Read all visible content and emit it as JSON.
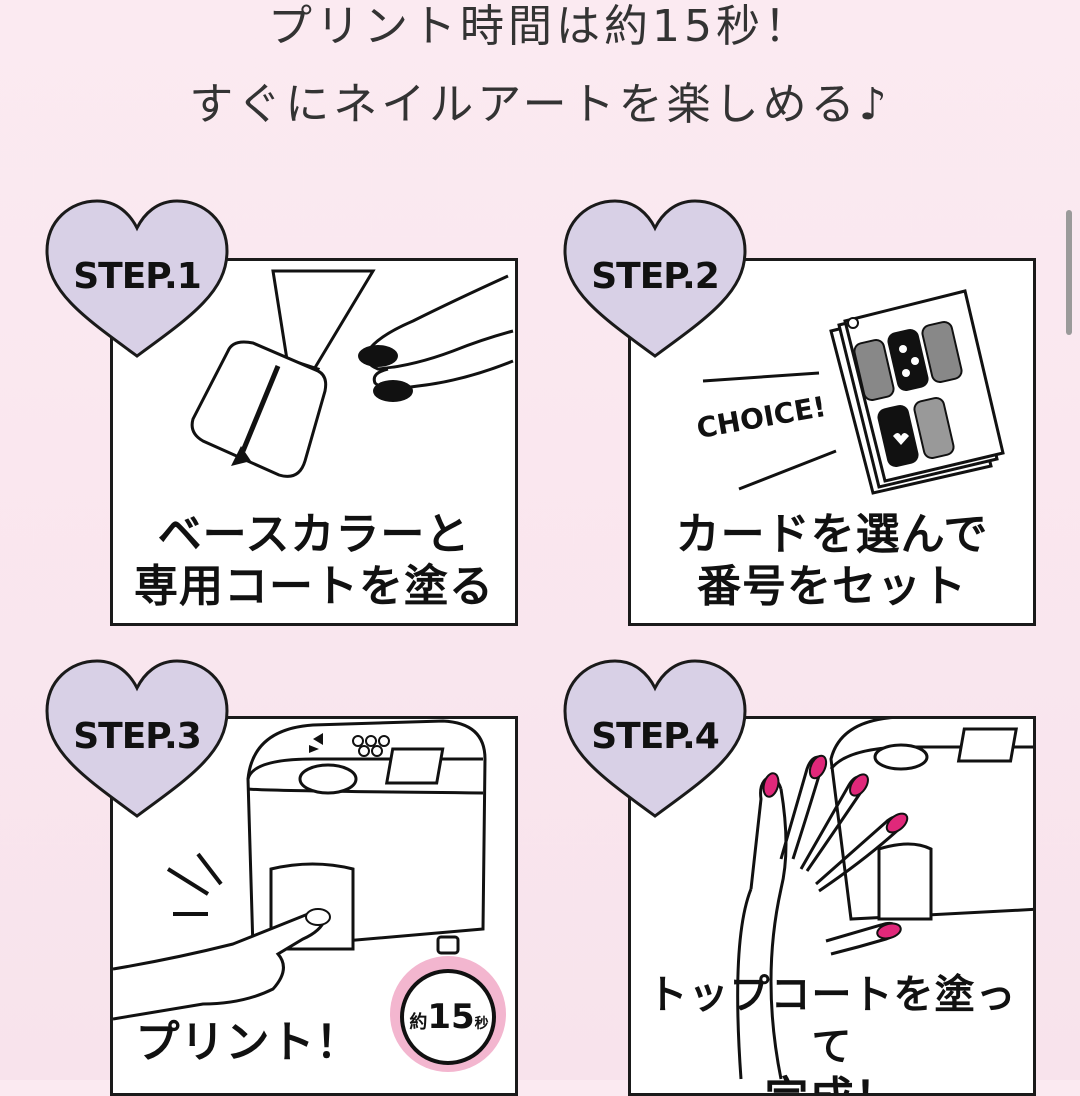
{
  "header": {
    "line1": "プリント時間は約15秒！",
    "line2": "すぐにネイルアートを楽しめる♪"
  },
  "steps": [
    {
      "label": "STEP.1",
      "caption_lines": [
        "ベースカラーと",
        "専用コートを塗る"
      ]
    },
    {
      "label": "STEP.2",
      "caption_lines": [
        "カードを選んで",
        "番号をセット"
      ],
      "badge": "CHOICE!"
    },
    {
      "label": "STEP.3",
      "caption_lines": [
        "プリント！"
      ],
      "timer": {
        "prefix": "約",
        "number": "15",
        "unit": "秒"
      }
    },
    {
      "label": "STEP.4",
      "caption_lines": [
        "トップコートを塗って",
        "完成！"
      ]
    }
  ],
  "colors": {
    "background": "#fbeaf1",
    "heart_fill": "#d8d0e6",
    "nail_pink": "#e0287a",
    "timer_ring": "#f3b6cf"
  },
  "icons": [
    "heart-badge",
    "nail-polish-bottle",
    "nail-card-book",
    "nail-printer",
    "stopwatch",
    "hand"
  ]
}
